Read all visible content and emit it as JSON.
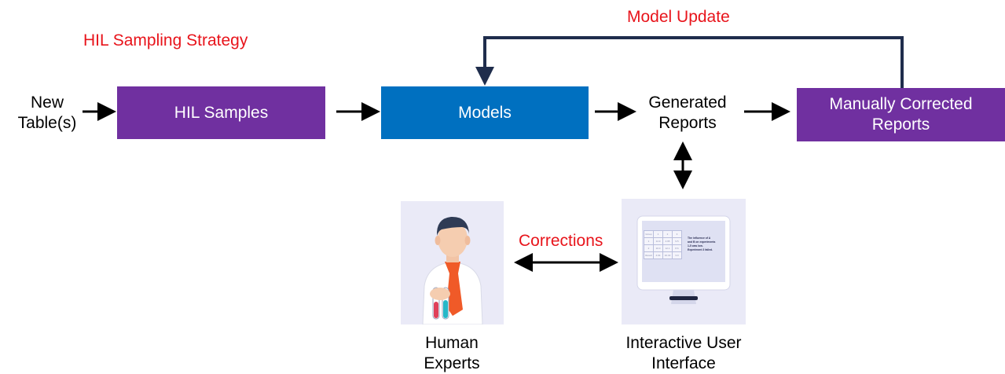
{
  "labels": {
    "sampling_strategy": "HIL Sampling Strategy",
    "model_update": "Model Update",
    "corrections": "Corrections",
    "new_tables": [
      "New",
      "Table(s)"
    ],
    "generated_reports": [
      "Generated",
      "Reports"
    ],
    "human_experts": [
      "Human",
      "Experts"
    ],
    "interactive_ui": [
      "Interactive User",
      "Interface"
    ]
  },
  "boxes": {
    "hil_samples": [
      "HIL Samples"
    ],
    "models": [
      "Models"
    ],
    "manually_corrected": [
      "Manually Corrected",
      "Reports"
    ]
  },
  "screen": {
    "table_rows": [
      [
        "Group",
        "1",
        "2",
        "3"
      ],
      [
        "1",
        "14.9",
        "4.95",
        "9.5"
      ],
      [
        "2",
        "10.0",
        "12.1",
        "8.6"
      ],
      [
        "Result",
        "4.64",
        "10.43",
        "3.0"
      ]
    ],
    "text_lines": [
      "The influence of A",
      "and B on experiments",
      "1-5 was low.",
      "Experiment 3 failed."
    ]
  },
  "colors": {
    "purple": "#7030a0",
    "blue": "#0070c0",
    "red_label": "#e8141b",
    "feedback_line": "#1f2d4c",
    "panel_bg": "#eaeaf7"
  },
  "icons": {
    "human": "scientist-icon",
    "ui": "monitor-icon"
  }
}
